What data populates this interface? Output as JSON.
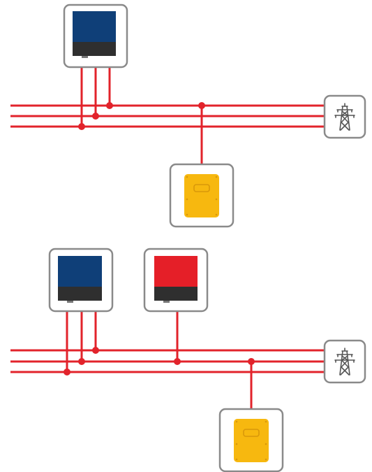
{
  "colors": {
    "line": "#e2232b",
    "box_border": "#8a8a8a",
    "box_fill": "#ffffff",
    "inverter_screen_blue": "#0f3f78",
    "inverter_screen_red": "#e51f28",
    "inverter_base": "#2f2f2f",
    "battery_yellow": "#f7b80f",
    "battery_bolt": "#d9980a",
    "grid_icon": "#555555"
  },
  "icons": {
    "grid": "transmission-tower-icon",
    "pv_inverter": "pv-inverter-icon",
    "battery_inverter": "battery-inverter-icon"
  },
  "systems": [
    {
      "name": "system-single-inverter",
      "inverters": [
        {
          "screen_color": "#0f3f78"
        }
      ],
      "battery": "battery-inverter"
    },
    {
      "name": "system-two-inverters",
      "inverters": [
        {
          "screen_color": "#0f3f78"
        },
        {
          "screen_color": "#e51f28"
        }
      ],
      "battery": "battery-inverter"
    }
  ]
}
